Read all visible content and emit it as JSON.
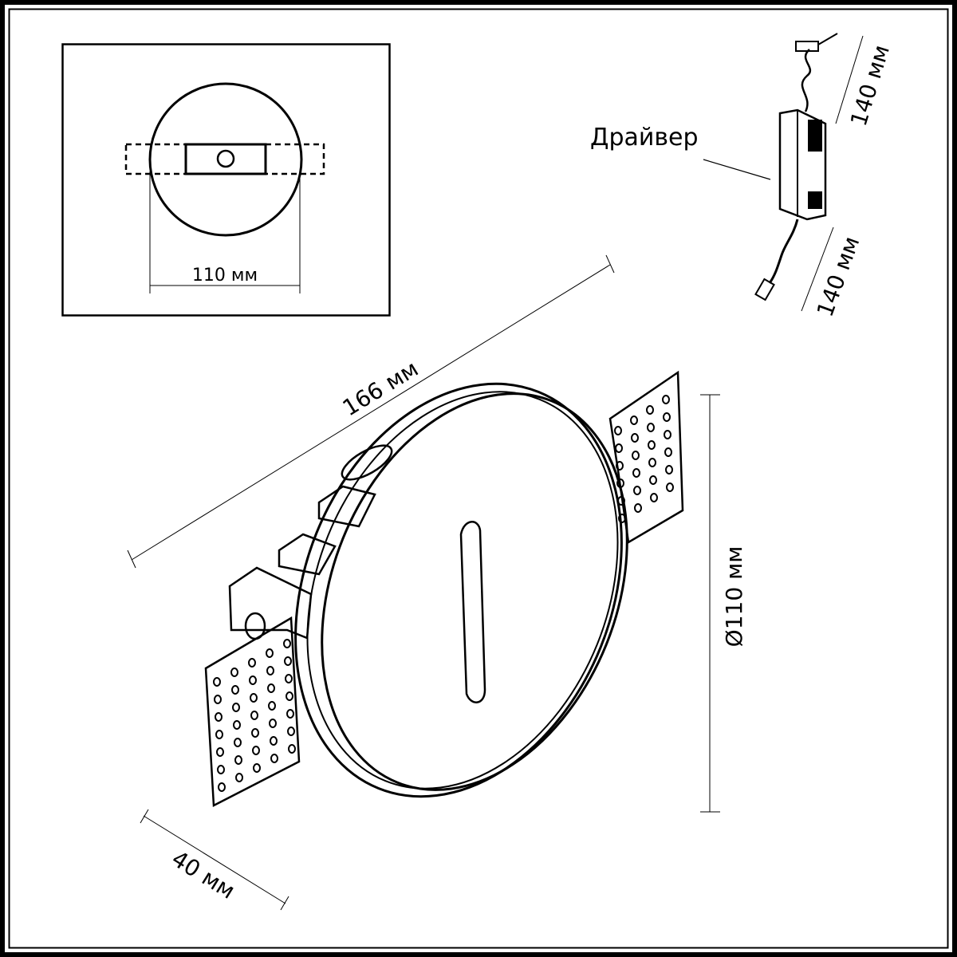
{
  "top_view": {
    "diameter_label": "110 мм"
  },
  "driver": {
    "label": "Драйвер",
    "input_cable_label": "140 мм",
    "output_cable_label": "140 мм"
  },
  "main_view": {
    "length_label": "166 мм",
    "diameter_label": "Ø110 мм",
    "depth_label": "40 мм"
  }
}
